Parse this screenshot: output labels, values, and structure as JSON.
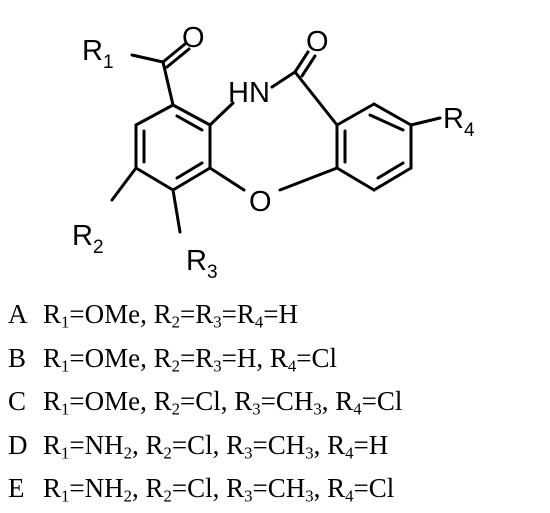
{
  "atoms": {
    "o_ketone": "O",
    "o_amide": "O",
    "nh": "HN",
    "o_ether": "O"
  },
  "substituents": {
    "r1": {
      "symbol": "R",
      "sub": "1"
    },
    "r2": {
      "symbol": "R",
      "sub": "2"
    },
    "r3": {
      "symbol": "R",
      "sub": "3"
    },
    "r4": {
      "symbol": "R",
      "sub": "4"
    }
  },
  "compounds": [
    {
      "letter": "A",
      "segments": [
        {
          "t": "R"
        },
        {
          "s": "1"
        },
        {
          "t": "=OMe, R"
        },
        {
          "s": "2"
        },
        {
          "t": "=R"
        },
        {
          "s": "3"
        },
        {
          "t": "=R"
        },
        {
          "s": "4"
        },
        {
          "t": "=H"
        }
      ]
    },
    {
      "letter": "B",
      "segments": [
        {
          "t": "R"
        },
        {
          "s": "1"
        },
        {
          "t": "=OMe, R"
        },
        {
          "s": "2"
        },
        {
          "t": "=R"
        },
        {
          "s": "3"
        },
        {
          "t": "=H, R"
        },
        {
          "s": "4"
        },
        {
          "t": "=Cl"
        }
      ]
    },
    {
      "letter": "C",
      "segments": [
        {
          "t": "R"
        },
        {
          "s": "1"
        },
        {
          "t": "=OMe, R"
        },
        {
          "s": "2"
        },
        {
          "t": "=Cl, R"
        },
        {
          "s": "3"
        },
        {
          "t": "=CH"
        },
        {
          "s": "3"
        },
        {
          "t": ", R"
        },
        {
          "s": "4"
        },
        {
          "t": "=Cl"
        }
      ]
    },
    {
      "letter": "D",
      "segments": [
        {
          "t": "R"
        },
        {
          "s": "1"
        },
        {
          "t": "=NH"
        },
        {
          "s": "2"
        },
        {
          "t": ", R"
        },
        {
          "s": "2"
        },
        {
          "t": "=Cl, R"
        },
        {
          "s": "3"
        },
        {
          "t": "=CH"
        },
        {
          "s": "3"
        },
        {
          "t": ", R"
        },
        {
          "s": "4"
        },
        {
          "t": "=H"
        }
      ]
    },
    {
      "letter": "E",
      "segments": [
        {
          "t": "R"
        },
        {
          "s": "1"
        },
        {
          "t": "=NH"
        },
        {
          "s": "2"
        },
        {
          "t": ", R"
        },
        {
          "s": "2"
        },
        {
          "t": "=Cl, R"
        },
        {
          "s": "3"
        },
        {
          "t": "=CH"
        },
        {
          "s": "3"
        },
        {
          "t": ", R"
        },
        {
          "s": "4"
        },
        {
          "t": "=Cl"
        }
      ]
    }
  ]
}
